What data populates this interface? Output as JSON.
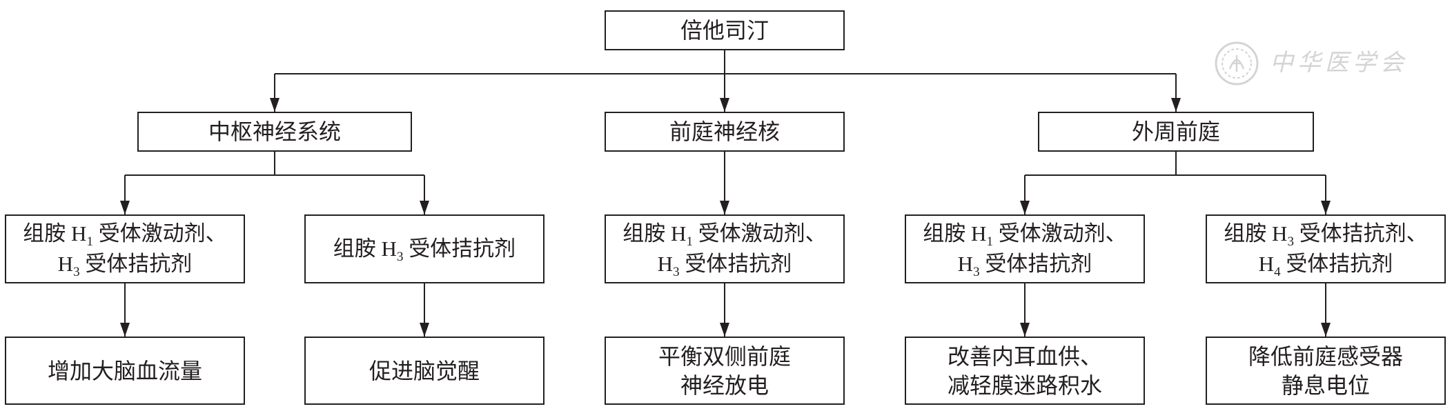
{
  "root": "倍他司汀",
  "level2": {
    "cns": "中枢神经系统",
    "vestibular_nucleus": "前庭神经核",
    "peripheral_vestibule": "外周前庭"
  },
  "mechanisms": [
    {
      "l1_pre": "组胺 H",
      "l1_sub": "1",
      "l1_post": " 受体激动剂、",
      "l2_pre": "H",
      "l2_sub": "3",
      "l2_post": " 受体拮抗剂"
    },
    {
      "l1_pre": "组胺 H",
      "l1_sub": "3",
      "l1_post": " 受体拮抗剂"
    },
    {
      "l1_pre": "组胺 H",
      "l1_sub": "1",
      "l1_post": " 受体激动剂、",
      "l2_pre": "H",
      "l2_sub": "3",
      "l2_post": " 受体拮抗剂"
    },
    {
      "l1_pre": "组胺 H",
      "l1_sub": "1",
      "l1_post": " 受体激动剂、",
      "l2_pre": "H",
      "l2_sub": "3",
      "l2_post": " 受体拮抗剂"
    },
    {
      "l1_pre": "组胺 H",
      "l1_sub": "3",
      "l1_post": " 受体拮抗剂、",
      "l2_pre": "H",
      "l2_sub": "4",
      "l2_post": " 受体拮抗剂"
    }
  ],
  "effects": [
    {
      "l1": "增加大脑血流量"
    },
    {
      "l1": "促进脑觉醒"
    },
    {
      "l1": "平衡双侧前庭",
      "l2": "神经放电"
    },
    {
      "l1": "改善内耳血供、",
      "l2": "减轻膜迷路积水"
    },
    {
      "l1": "降低前庭感受器",
      "l2": "静息电位"
    }
  ],
  "watermark": {
    "text": "中华医学会",
    "icon": "society-seal-icon"
  },
  "colors": {
    "line": "#231f20",
    "text": "#231f20",
    "watermark": "#d4d4d4",
    "background": "#ffffff"
  }
}
